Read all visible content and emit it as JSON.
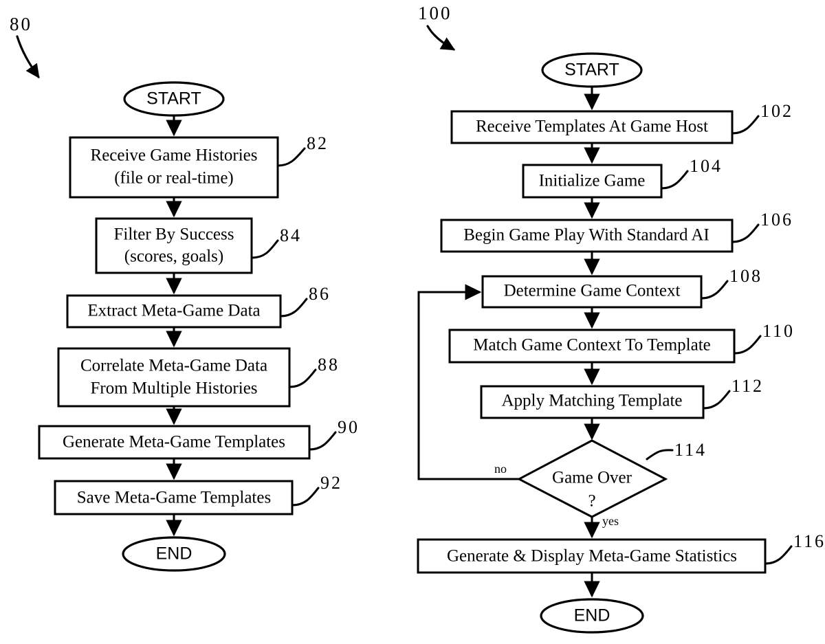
{
  "figure": {
    "left_flowchart": {
      "figure_number": "80",
      "start_label": "START",
      "end_label": "END",
      "steps": [
        {
          "ref": "82",
          "text_lines": [
            "Receive Game Histories",
            "(file or real-time)"
          ]
        },
        {
          "ref": "84",
          "text_lines": [
            "Filter By Success",
            "(scores, goals)"
          ]
        },
        {
          "ref": "86",
          "text_lines": [
            "Extract Meta-Game Data"
          ]
        },
        {
          "ref": "88",
          "text_lines": [
            "Correlate Meta-Game Data",
            "From Multiple Histories"
          ]
        },
        {
          "ref": "90",
          "text_lines": [
            "Generate Meta-Game Templates"
          ]
        },
        {
          "ref": "92",
          "text_lines": [
            "Save Meta-Game Templates"
          ]
        }
      ]
    },
    "right_flowchart": {
      "figure_number": "100",
      "start_label": "START",
      "end_label": "END",
      "steps": [
        {
          "ref": "102",
          "text_lines": [
            "Receive Templates At Game Host"
          ]
        },
        {
          "ref": "104",
          "text_lines": [
            "Initialize Game"
          ]
        },
        {
          "ref": "106",
          "text_lines": [
            "Begin Game Play With Standard AI"
          ]
        },
        {
          "ref": "108",
          "text_lines": [
            "Determine Game Context"
          ]
        },
        {
          "ref": "110",
          "text_lines": [
            "Match Game Context To Template"
          ]
        },
        {
          "ref": "112",
          "text_lines": [
            "Apply Matching Template"
          ]
        }
      ],
      "decision": {
        "ref": "114",
        "text_lines": [
          "Game Over",
          "?"
        ],
        "branch_no": "no",
        "branch_yes": "yes"
      },
      "final_step": {
        "ref": "116",
        "text_lines": [
          "Generate & Display Meta-Game Statistics"
        ]
      }
    }
  },
  "colors": {
    "stroke": "#000000",
    "fill": "#ffffff",
    "background": "#ffffff"
  }
}
